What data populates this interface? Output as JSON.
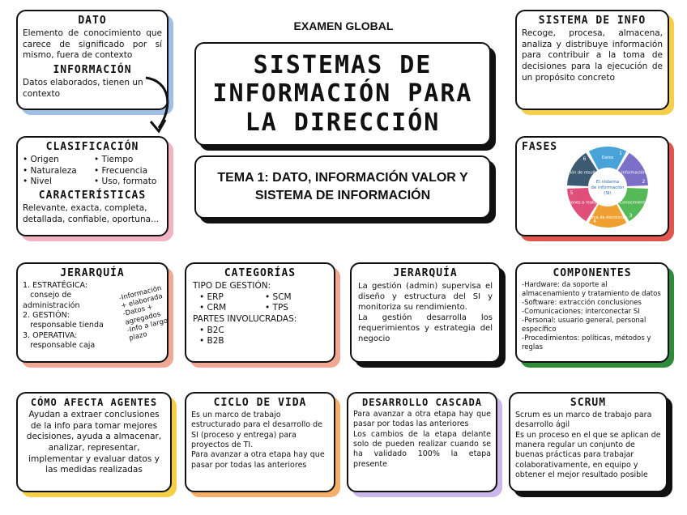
{
  "exam_label": "EXAMEN GLOBAL",
  "main_title": "SISTEMAS DE INFORMACIÓN PARA LA DIRECCIÓN",
  "tema": "TEMA 1: DATO, INFORMACIÓN VALOR Y SISTEMA DE INFORMACIÓN",
  "dato": {
    "heading": "DATO",
    "text": "Elemento de conocimiento que carece de significado por sí mismo, fuera de contexto",
    "info_heading": "INFORMACIÓN",
    "info_text": "Datos elaborados, tienen un contexto"
  },
  "sistema_info": {
    "heading": "SISTEMA DE INFO",
    "text": "Recoge, procesa, almacena, analiza y distribuye información para contribuir a la toma de decisiones para la ejecución de un propósito concreto"
  },
  "clasificacion": {
    "heading": "CLASIFICACIÓN",
    "items": [
      "Origen",
      "Tiempo",
      "Naturaleza",
      "Frecuencia",
      "Nivel",
      "Uso, formato"
    ],
    "car_heading": "CARACTERÍSTICAS",
    "car_text": "Relevante, exacta, completa, detallada, confiable, oportuna..."
  },
  "fases": {
    "heading": "FASES",
    "center": "El sistema de información (SI)",
    "segments": [
      {
        "num": "1",
        "label": "Datos",
        "color": "#4aa3d8"
      },
      {
        "num": "2",
        "label": "Información",
        "color": "#7b6fc7"
      },
      {
        "num": "3",
        "label": "Conocimiento",
        "color": "#56b957"
      },
      {
        "num": "4",
        "label": "Toma de decisiones",
        "color": "#f0a030"
      },
      {
        "num": "5",
        "label": "Acciones a realizar",
        "color": "#e04f7a"
      },
      {
        "num": "6",
        "label": "Medición de resultados",
        "color": "#3d5a73"
      }
    ]
  },
  "jerarquia1": {
    "heading": "JERARQUÍA",
    "items": [
      {
        "num": "1.",
        "title": "ESTRATÉGICA:",
        "desc": "consejo de administración"
      },
      {
        "num": "2.",
        "title": "GESTIÓN:",
        "desc": "responsable tienda"
      },
      {
        "num": "3.",
        "title": "OPERATIVA:",
        "desc": "responsable caja"
      }
    ],
    "notes": [
      "-Información + elaborada",
      "-Datos + agregados",
      "-Info a largo plazo"
    ]
  },
  "categorias": {
    "heading": "CATEGORÍAS",
    "tipo_label": "TIPO DE GESTIÓN:",
    "tipo_items": [
      "ERP",
      "SCM",
      "CRM",
      "TPS"
    ],
    "partes_label": "PARTES INVOLUCRADAS:",
    "partes_items": [
      "B2C",
      "B2B"
    ]
  },
  "jerarquia2": {
    "heading": "JERARQUÍA",
    "text1": "La gestión (admin) supervisa el diseño y estructura del SI y monitoriza su rendimiento.",
    "text2": "La gestión desarrolla los requerimientos y estrategia del negocio"
  },
  "componentes": {
    "heading": "COMPONENTES",
    "items": [
      "-Hardware: da soporte al almacenamiento y tratamiento de datos",
      "-Software: extracción conclusiones",
      "-Comunicaciones: interconectar SI",
      "-Personal: usuario general, personal específico",
      "-Procedimientos: políticas, métodos y reglas"
    ]
  },
  "agentes": {
    "heading": "CÓMO AFECTA AGENTES",
    "text": "Ayudan a extraer conclusiones de la info para tomar mejores decisiones, ayuda a almacenar, analizar, representar, implementar y evaluar datos y las medidas realizadas"
  },
  "ciclo": {
    "heading": "CICLO DE VIDA",
    "text1": "Es un marco de trabajo estructurado para el desarrollo de SI (proceso y entrega) para proyectos de TI.",
    "text2": "Para avanzar a otra etapa hay que pasar por todas las anteriores"
  },
  "cascada": {
    "heading": "DESARROLLO CASCADA",
    "text1": "Para avanzar a otra etapa hay que pasar por todas las anteriores",
    "text2": "Los cambios de la etapa delante solo de pueden realizar cuando se ha validado 100% la etapa presente"
  },
  "scrum": {
    "heading": "SCRUM",
    "text1": "Scrum es un marco de trabajo para desarrollo ágil",
    "text2": "Es un proceso en el que se aplican de manera regular un conjunto de buenas prácticas para trabajar colaborativamente, en equipo y obtener el mejor resultado posible"
  }
}
